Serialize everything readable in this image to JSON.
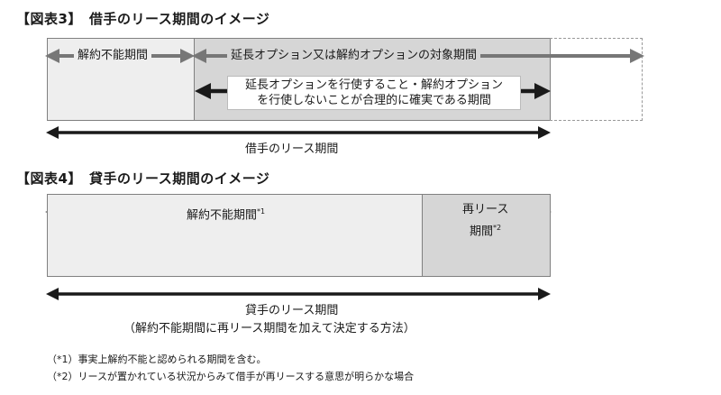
{
  "fig3": {
    "title": "【図表3】　借手のリース期間のイメージ",
    "noncancellable": "解約不能期間",
    "extension": "延長オプション又は解約オプションの対象期間",
    "certain_line1": "延長オプションを行使すること・解約オプション",
    "certain_line2": "を行使しないことが合理的に確実である期間",
    "lease_term": "借手のリース期間"
  },
  "fig4": {
    "title": "【図表4】　貸手のリース期間のイメージ",
    "noncancellable": "解約不能期間",
    "noncancellable_mark": "*1",
    "re_lease_line1": "再リース",
    "re_lease_line2": "期間",
    "re_lease_mark": "*2",
    "lease_term": "貸手のリース期間",
    "lease_term_note": "（解約不能期間に再リース期間を加えて決定する方法）"
  },
  "notes": [
    "（*1）事実上解約不能と認められる期間を含む。",
    "（*2）リースが置かれている状況からみて借手が再リースする意思が明らかな場合"
  ],
  "colors": {
    "box_fill": "#eeeeee",
    "box_fill_dark": "#d6d6d6",
    "arrow": "#1a1a1a",
    "arrow_gray": "#777777"
  }
}
